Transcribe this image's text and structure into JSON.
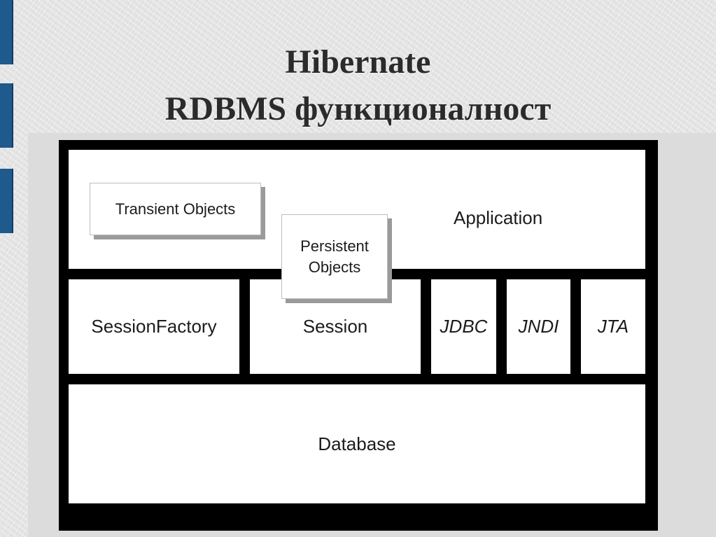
{
  "title": {
    "line1": "Hibernate",
    "line2": "RDBMS функционалност"
  },
  "diagram": {
    "application": "Application",
    "transient_objects": "Transient Objects",
    "persistent_objects": "Persistent Objects",
    "session_factory": "SessionFactory",
    "session": "Session",
    "jdbc": "JDBC",
    "jndi": "JNDI",
    "jta": "JTA",
    "database": "Database"
  },
  "colors": {
    "side_bar": "#1e5a8c",
    "frame": "#000000"
  }
}
